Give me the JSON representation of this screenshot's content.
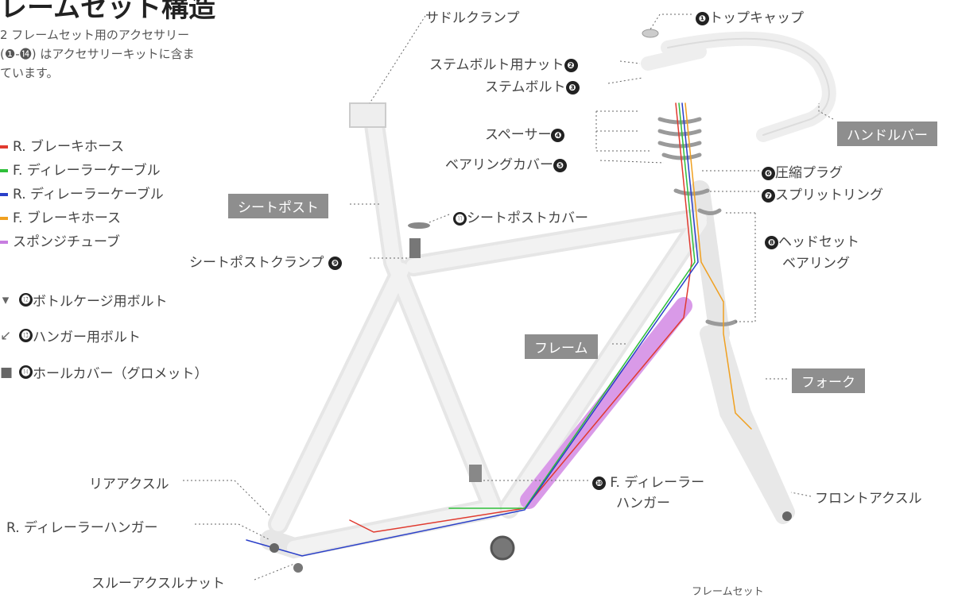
{
  "title": "レームセット構造",
  "intro": [
    "2 フレームセット用のアクセサリー",
    "(❶-⓮) はアクセサリーキットに含ま",
    "ています。"
  ],
  "legend": [
    {
      "label": "R. ブレーキホース",
      "color": "#e03a2f"
    },
    {
      "label": "F. ディレーラーケーブル",
      "color": "#2fbf3a"
    },
    {
      "label": "R. ディレーラーケーブル",
      "color": "#2a3fc9"
    },
    {
      "label": "F. ブレーキホース",
      "color": "#f0a020"
    },
    {
      "label": "スポンジチューブ",
      "color": "#c77de0"
    }
  ],
  "accessories": [
    {
      "num": "⓬",
      "label": "ボトルケージ用ボルト",
      "icon": "bolt-icon"
    },
    {
      "num": "⓭",
      "label": "ハンガー用ボルト",
      "icon": "hanger-bolt-icon"
    },
    {
      "num": "⓮",
      "label": "ホールカバー（グロメット）",
      "icon": "grommet-icon"
    }
  ],
  "parts": {
    "saddle_clamp": "サドルクランプ",
    "top_cap": {
      "num": "❶",
      "label": "トップキャップ"
    },
    "stem_bolt_nut": {
      "num": "❷",
      "label": "ステムボルト用ナット"
    },
    "stem_bolt": {
      "num": "❸",
      "label": "ステムボルト"
    },
    "spacer": {
      "num": "❹",
      "label": "スペーサー"
    },
    "bearing_cover": {
      "num": "❺",
      "label": "ベアリングカバー"
    },
    "compression_plug": {
      "num": "❻",
      "label": "圧縮プラグ"
    },
    "split_ring": {
      "num": "❼",
      "label": "スプリットリング"
    },
    "headset_bearing": {
      "num": "❽",
      "label1": "ヘッドセット",
      "label2": "ベアリング"
    },
    "seatpost_clamp": {
      "num": "❾",
      "label": "シートポストクランプ"
    },
    "fd_hanger": {
      "num": "❿",
      "label1": "F. ディレーラー",
      "label2": "ハンガー"
    },
    "seatpost_cover": {
      "num": "⓫",
      "label": "シートポストカバー"
    },
    "rear_axle": "リアアクスル",
    "rd_hanger": "R. ディレーラーハンガー",
    "thru_axle_nut": "スルーアクスルナット",
    "front_axle": "フロントアクスル"
  },
  "boxes": {
    "seatpost": "シートポスト",
    "handlebar": "ハンドルバー",
    "frame": "フレーム",
    "fork": "フォーク"
  },
  "footer": "フレームセット"
}
